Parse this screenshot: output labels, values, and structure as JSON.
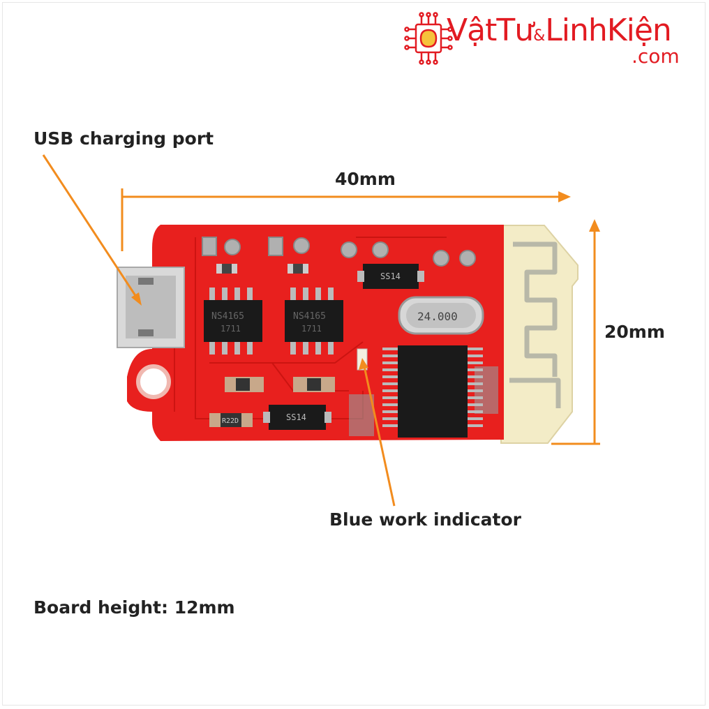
{
  "logo": {
    "name_part1": "VậtTư",
    "ampersand": "&",
    "name_part2": "LinhKiện",
    "domain": ".com",
    "color": "#e21b22"
  },
  "labels": {
    "usb_port": "USB charging port",
    "width": "40mm",
    "height": "20mm",
    "indicator": "Blue work indicator",
    "board_height": "Board height: 12mm"
  },
  "chip_markings": {
    "amp1": "NS4165",
    "amp1_code": "1711",
    "amp2": "NS4165",
    "amp2_code": "1711",
    "diode1": "SS14",
    "diode2": "SS14",
    "crystal": "24.000",
    "resistor": "R22D"
  },
  "colors": {
    "pcb": "#e8201e",
    "annotation": "#f28c1e",
    "text": "#222222"
  }
}
